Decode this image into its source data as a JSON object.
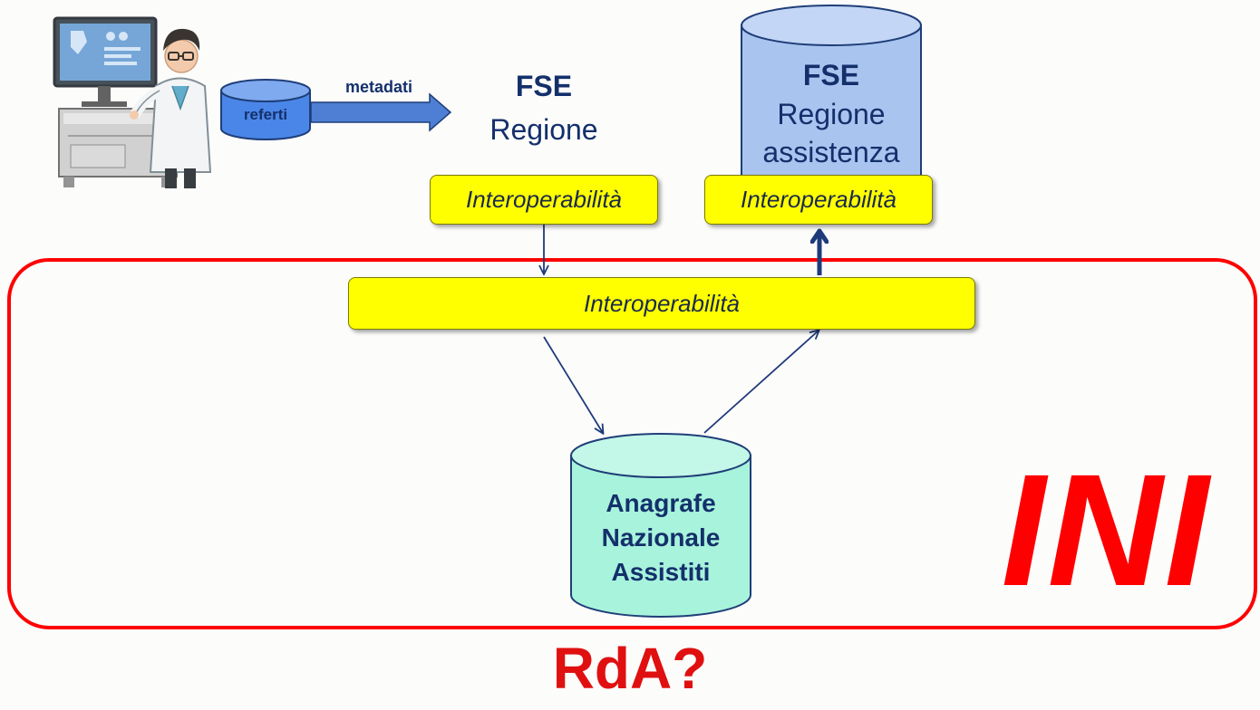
{
  "doctor_db": {
    "label": "referti",
    "arrow_label": "metadati"
  },
  "fse_regione": {
    "line1": "FSE",
    "line2": "Regione"
  },
  "fse_assistenza": {
    "line1": "FSE",
    "line2": "Regione",
    "line3": "assistenza"
  },
  "interop_left": {
    "label": "Interoperabilità"
  },
  "interop_right": {
    "label": "Interoperabilità"
  },
  "interop_center": {
    "label": "Interoperabilità"
  },
  "anagrafe": {
    "line1": "Anagrafe",
    "line2": "Nazionale",
    "line3": "Assistiti"
  },
  "ini": {
    "label": "INI"
  },
  "footer": {
    "label": "RdA?"
  },
  "colors": {
    "ini_red": "#ff0000",
    "interop_yellow": "#ffff00",
    "navy_text": "#14306b",
    "fse_blue": "#a9c4ef",
    "referti_blue": "#4a86e8",
    "anagrafe_mint": "#a8f3dc"
  }
}
